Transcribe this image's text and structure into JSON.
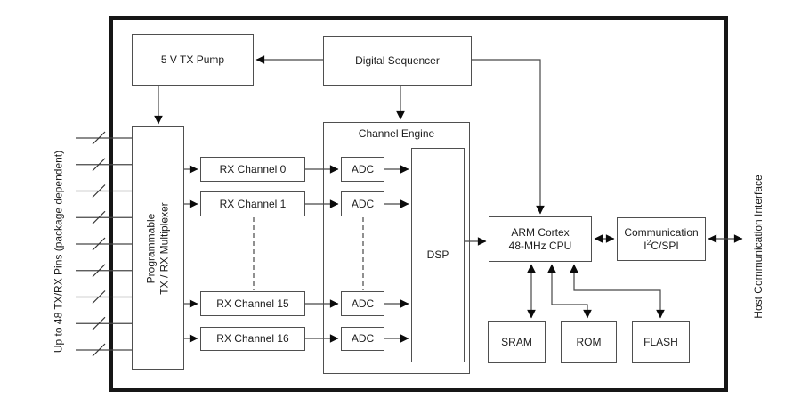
{
  "diagram": {
    "blocks": {
      "tx_pump": {
        "label": "5 V TX Pump"
      },
      "digital_sequencer": {
        "label": "Digital Sequencer"
      },
      "multiplexer": {
        "line1": "Programmable",
        "line2": "TX / RX Multiplexer"
      },
      "rx_channel_0": {
        "label": "RX Channel 0"
      },
      "rx_channel_1": {
        "label": "RX Channel 1"
      },
      "rx_channel_15": {
        "label": "RX Channel 15"
      },
      "rx_channel_16": {
        "label": "RX Channel 16"
      },
      "channel_engine": {
        "label": "Channel Engine"
      },
      "adc": {
        "label": "ADC"
      },
      "dsp": {
        "label": "DSP"
      },
      "cpu": {
        "line1": "ARM Cortex",
        "line2": "48-MHz CPU"
      },
      "communication": {
        "line1": "Communication",
        "i2c_prefix": "I",
        "i2c_sup": "2",
        "i2c_suffix": "C/SPI"
      },
      "sram": {
        "label": "SRAM"
      },
      "rom": {
        "label": "ROM"
      },
      "flash": {
        "label": "FLASH"
      }
    },
    "side_labels": {
      "left": "Up to 48 TX/RX Pins (package dependent)",
      "right": "Host Communication Interface"
    },
    "pin_bus": {
      "line_count": 9
    },
    "colors": {
      "wire": "#474747",
      "box_border": "#4f4f4f",
      "outer_border": "#161616",
      "text": "#1c1c1c",
      "background": "#ffffff"
    }
  }
}
